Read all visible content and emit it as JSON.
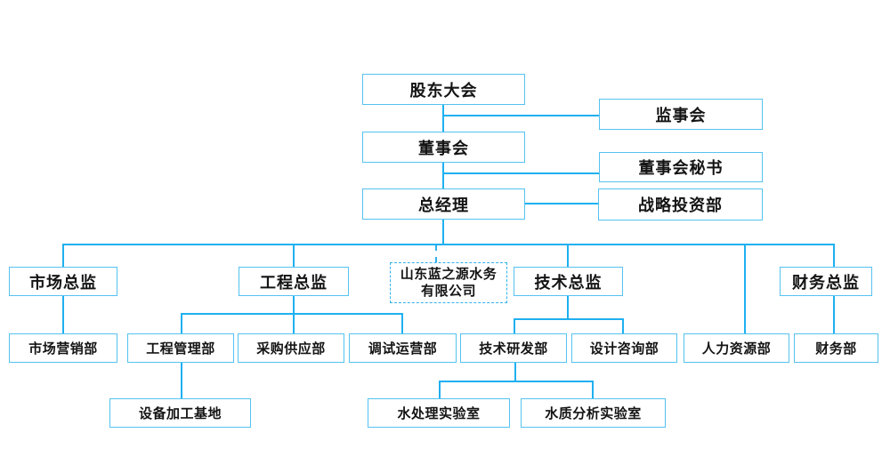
{
  "diagram": {
    "type": "org-chart",
    "company_line1": "山东蓝之源水务",
    "company_line2": "有限公司"
  },
  "colors": {
    "box_border": "#55c2f0",
    "connector_line": "#1fb0f0",
    "dashed_border": "#2fb2ec",
    "text": "#141414",
    "background": "#ffffff"
  },
  "nodes": {
    "shareholders_meeting": "股东大会",
    "supervisory_board": "监事会",
    "board_of_directors": "董事会",
    "board_secretary": "董事会秘书",
    "general_manager": "总经理",
    "strategic_investment_dept": "战略投资部",
    "marketing_director": "市场总监",
    "engineering_director": "工程总监",
    "technical_director": "技术总监",
    "finance_director": "财务总监",
    "marketing_dept": "市场营销部",
    "engineering_mgmt_dept": "工程管理部",
    "procurement_supply_dept": "采购供应部",
    "commissioning_ops_dept": "调试运营部",
    "tech_rd_dept": "技术研发部",
    "design_consulting_dept": "设计咨询部",
    "hr_dept": "人力资源部",
    "finance_dept": "财务部",
    "equipment_processing_base": "设备加工基地",
    "water_treatment_lab": "水处理实验室",
    "water_quality_analysis_lab": "水质分析实验室"
  }
}
